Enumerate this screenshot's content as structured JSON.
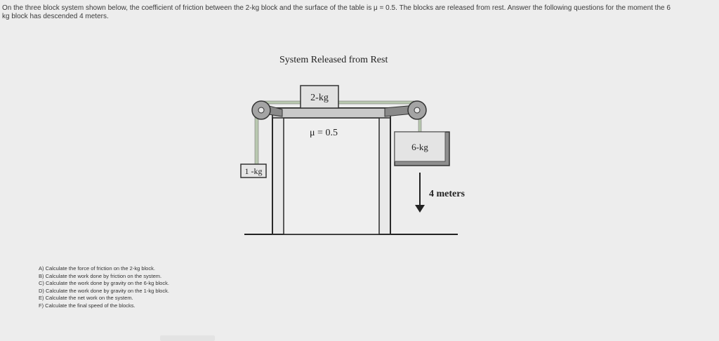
{
  "problem": {
    "line1": "On the three block system shown below, the coefficient of friction between the 2-kg block and the surface of the table is μ = 0.5. The blocks are released from rest. Answer the following questions for the moment the 6",
    "line2": "kg block has descended 4 meters."
  },
  "figure": {
    "title": "System  Released from Rest",
    "block_top_label": "2-kg",
    "block_left_label": "1 -kg",
    "block_right_label": "6-kg",
    "mu_label": "μ = 0.5",
    "distance_label": "4 meters"
  },
  "questions": [
    "A) Calculate the force of friction on the 2-kg block.",
    "B) Calculate the work done by friction on the system.",
    "C) Calculate the work done by gravity on the 6-kg block.",
    "D) Calculate the work done by gravity on the 1-kg block.",
    "E) Calculate the net work on the system.",
    "F) Calculate the final speed of the blocks."
  ]
}
